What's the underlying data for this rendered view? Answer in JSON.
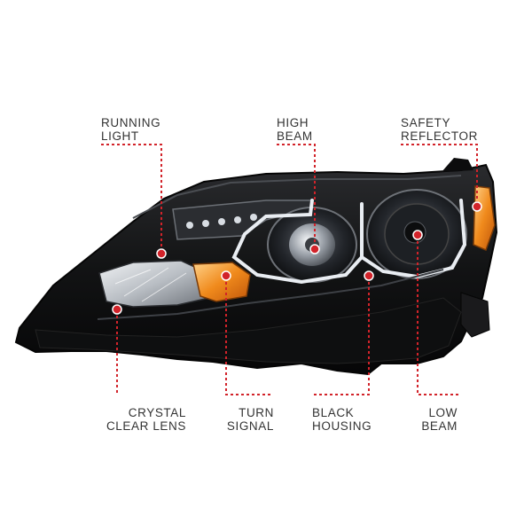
{
  "callouts": {
    "running_light": {
      "line1": "RUNNING",
      "line2": "LIGHT"
    },
    "high_beam": {
      "line1": "HIGH",
      "line2": "BEAM"
    },
    "safety_reflector": {
      "line1": "SAFETY",
      "line2": "REFLECTOR"
    },
    "crystal_clear_lens": {
      "line1": "CRYSTAL",
      "line2": "CLEAR LENS"
    },
    "turn_signal": {
      "line1": "TURN",
      "line2": "SIGNAL"
    },
    "black_housing": {
      "line1": "BLACK",
      "line2": "HOUSING"
    },
    "low_beam": {
      "line1": "LOW",
      "line2": "BEAM"
    }
  },
  "colors": {
    "leader_line": "#d2232a",
    "label_text": "#333333",
    "housing": "#141416",
    "amber": "#f08a1c"
  }
}
